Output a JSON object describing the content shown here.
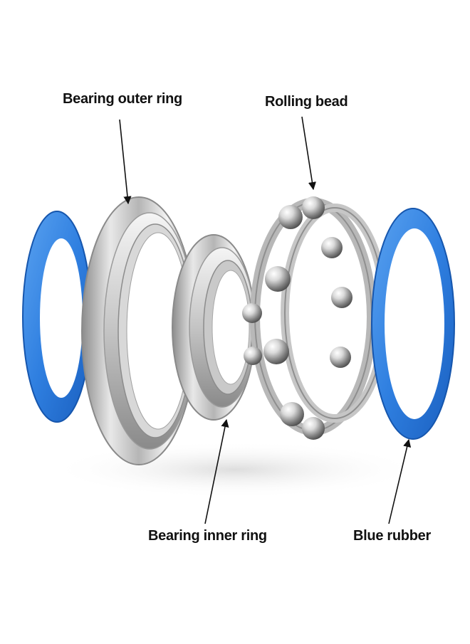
{
  "labels": {
    "outer_ring": "Bearing outer ring",
    "rolling_bead": "Rolling bead",
    "inner_ring": "Bearing inner ring",
    "blue_rubber": "Blue rubber"
  },
  "colors": {
    "rubber": "#2f7fe0",
    "rubber_dark": "#1a5fbf",
    "steel_light": "#f2f2f2",
    "steel_mid": "#bdbdbd",
    "steel_dark": "#7a7a7a",
    "arrow": "#111111"
  }
}
